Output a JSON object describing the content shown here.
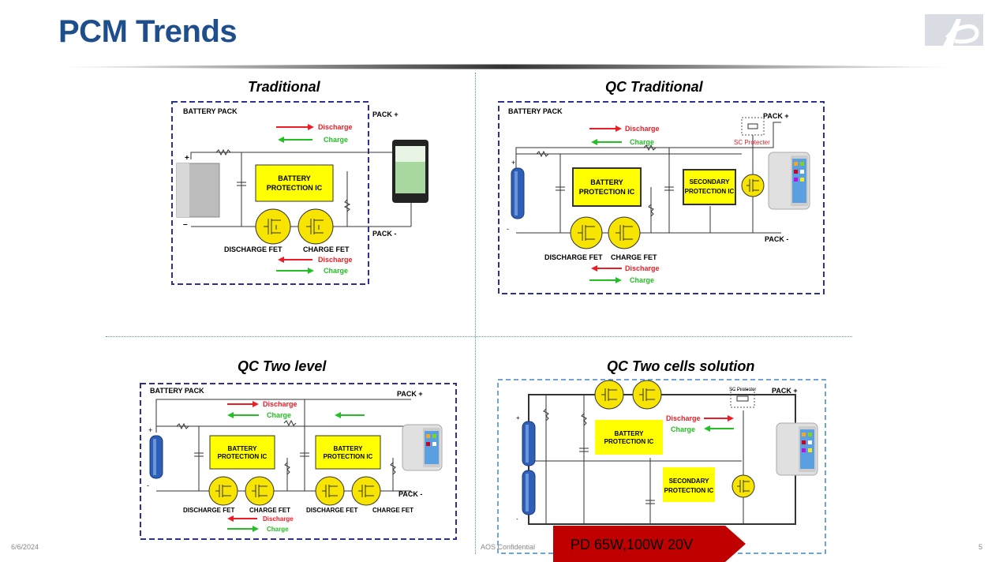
{
  "slide": {
    "title": "PCM Trends",
    "date": "6/6/2024",
    "confidential": "AOS Confidential",
    "page": "5"
  },
  "colors": {
    "title": "#1f4e8c",
    "ic_fill": "#ffff00",
    "fet_fill": "#f7e400",
    "discharge": "#ee1c24",
    "charge": "#22c022",
    "frame": "#2e3192",
    "banner": "#c00000"
  },
  "labels": {
    "battery_pack": "BATTERY PACK",
    "pack_plus": "PACK +",
    "pack_minus": "PACK -",
    "discharge": "Discharge",
    "charge": "Charge",
    "battery_ic_1": "BATTERY",
    "battery_ic_2": "PROTECTION IC",
    "secondary_ic_1": "SECONDARY",
    "secondary_ic_2": "PROTECTION IC",
    "discharge_fet": "DISCHARGE FET",
    "charge_fet": "CHARGE FET",
    "sc_protecter": "SC Protecter",
    "sc_protector": "SC Protector"
  },
  "quadrants": {
    "traditional": "Traditional",
    "qc_traditional": "QC Traditional",
    "qc_two_level": "QC Two level",
    "qc_two_cells": "QC Two cells solution"
  },
  "banner": {
    "text": "PD 65W,100W 20V"
  }
}
